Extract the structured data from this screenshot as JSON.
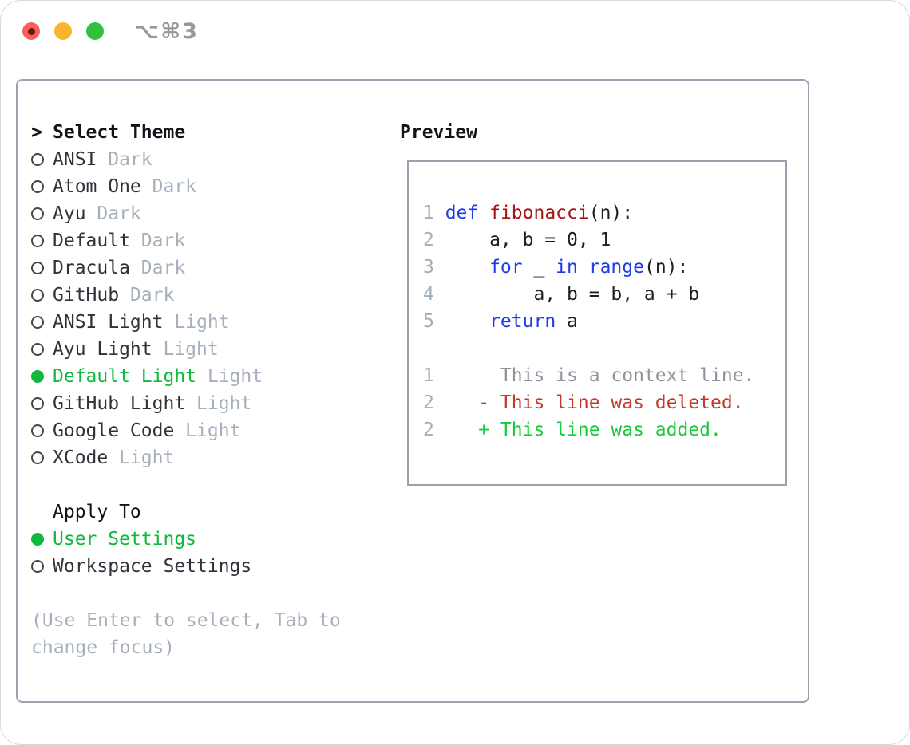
{
  "window": {
    "title": "⌥⌘3"
  },
  "left": {
    "cursor": ">",
    "header": "Select Theme",
    "themes": [
      {
        "name": "ANSI",
        "variant": "Dark",
        "selected": false
      },
      {
        "name": "Atom One",
        "variant": "Dark",
        "selected": false
      },
      {
        "name": "Ayu",
        "variant": "Dark",
        "selected": false
      },
      {
        "name": "Default",
        "variant": "Dark",
        "selected": false
      },
      {
        "name": "Dracula",
        "variant": "Dark",
        "selected": false
      },
      {
        "name": "GitHub",
        "variant": "Dark",
        "selected": false
      },
      {
        "name": "ANSI Light",
        "variant": "Light",
        "selected": false
      },
      {
        "name": "Ayu Light",
        "variant": "Light",
        "selected": false
      },
      {
        "name": "Default Light",
        "variant": "Light",
        "selected": true
      },
      {
        "name": "GitHub Light",
        "variant": "Light",
        "selected": false
      },
      {
        "name": "Google Code",
        "variant": "Light",
        "selected": false
      },
      {
        "name": "XCode",
        "variant": "Light",
        "selected": false
      }
    ],
    "apply_to": {
      "header": "Apply To",
      "options": [
        {
          "label": "User Settings",
          "selected": true
        },
        {
          "label": "Workspace Settings",
          "selected": false
        }
      ]
    },
    "hint": "(Use Enter to select, Tab to change focus)"
  },
  "preview": {
    "header": "Preview",
    "code_lines": [
      {
        "number": "1",
        "tokens": [
          {
            "text": "def",
            "type": "keyword"
          },
          {
            "text": " ",
            "type": "plain"
          },
          {
            "text": "fibonacci",
            "type": "function"
          },
          {
            "text": "(n):",
            "type": "plain"
          }
        ]
      },
      {
        "number": "2",
        "tokens": [
          {
            "text": "    a, b = 0, 1",
            "type": "plain"
          }
        ]
      },
      {
        "number": "3",
        "tokens": [
          {
            "text": "    ",
            "type": "plain"
          },
          {
            "text": "for",
            "type": "keyword"
          },
          {
            "text": " _ ",
            "type": "plain"
          },
          {
            "text": "in",
            "type": "keyword"
          },
          {
            "text": " ",
            "type": "plain"
          },
          {
            "text": "range",
            "type": "keyword"
          },
          {
            "text": "(n):",
            "type": "plain"
          }
        ]
      },
      {
        "number": "4",
        "tokens": [
          {
            "text": "        a, b = b, a + b",
            "type": "plain"
          }
        ]
      },
      {
        "number": "5",
        "tokens": [
          {
            "text": "    ",
            "type": "plain"
          },
          {
            "text": "return",
            "type": "keyword"
          },
          {
            "text": " a",
            "type": "plain"
          }
        ]
      }
    ],
    "diff_lines": [
      {
        "number": "1",
        "text": "     This is a context line.",
        "type": "context"
      },
      {
        "number": "2",
        "text": "   - This line was deleted.",
        "type": "deleted"
      },
      {
        "number": "2",
        "text": "   + This line was added.",
        "type": "added"
      }
    ]
  },
  "colors": {
    "accent_green": "#10b93c",
    "added_green": "#1bc93e",
    "deleted_red": "#c5392a",
    "keyword_blue": "#1e3be8",
    "function_red": "#a31515",
    "line_number": "#a4afbc",
    "muted_text": "#a6b0bc",
    "context_gray": "#8e939b",
    "item_text": "#2e333a",
    "header_text": "#101317",
    "panel_border": "#9aa3ad",
    "window_border": "#d8d8dd",
    "title_gray": "#97979c",
    "traffic_red": "#f4605a",
    "traffic_red_dot": "#73120b",
    "traffic_yellow": "#f9b62c",
    "traffic_green": "#30c13e"
  }
}
